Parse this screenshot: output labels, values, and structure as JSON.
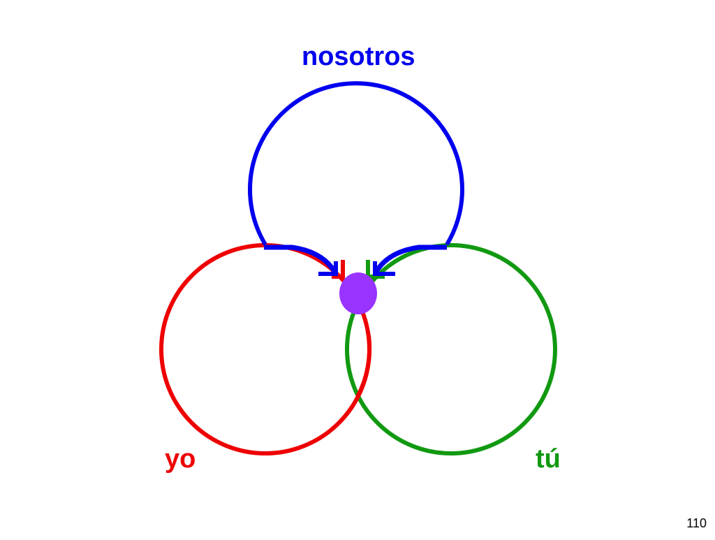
{
  "labels": {
    "nosotros": "nosotros",
    "yo": "yo",
    "tu": "tú"
  },
  "page_number": "110",
  "colors": {
    "nosotros": "#0000ee",
    "yo": "#ee0000",
    "tu": "#119911",
    "center": "#9933ff"
  }
}
